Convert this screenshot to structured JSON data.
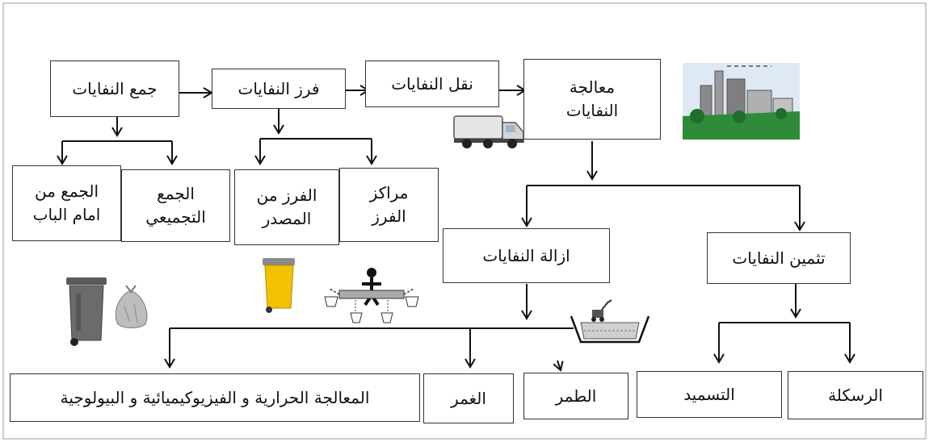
{
  "steps": {
    "collection": "جمع النفايات",
    "sorting": "فرز النفايات",
    "transport": "نقل النفايات",
    "treatment": "معالجة\nالنفايات"
  },
  "collection_types": {
    "door": "الجمع من\nامام الباب",
    "grouped": "الجمع\nالتجميعي"
  },
  "sorting_types": {
    "source": "الفرز من\nالمصدر",
    "centers": "مراكز\nالفرز"
  },
  "treatment_branches": {
    "removal": "ازالة النفايات",
    "valorization": "تثمين النفايات"
  },
  "removal_methods": {
    "thermal": "المعالجة الحرارية و الفيزيوكيميائية و البيولوجية",
    "immersion": "الغمر",
    "burial": "الطمر"
  },
  "valorization_methods": {
    "composting": "التسميد",
    "recycling": "الرسكلة"
  },
  "icons": [
    "factory-icon",
    "garbage-truck-icon",
    "trash-bin-icon",
    "trash-bag-icon",
    "yellow-bin-icon",
    "sorting-worker-icon",
    "landfill-icon"
  ],
  "colors": {
    "line": "#111111",
    "border": "#333333",
    "bin_gray": "#6b6b6b",
    "bin_yellow": "#f2c200",
    "factory_green": "#2e8b3a"
  }
}
